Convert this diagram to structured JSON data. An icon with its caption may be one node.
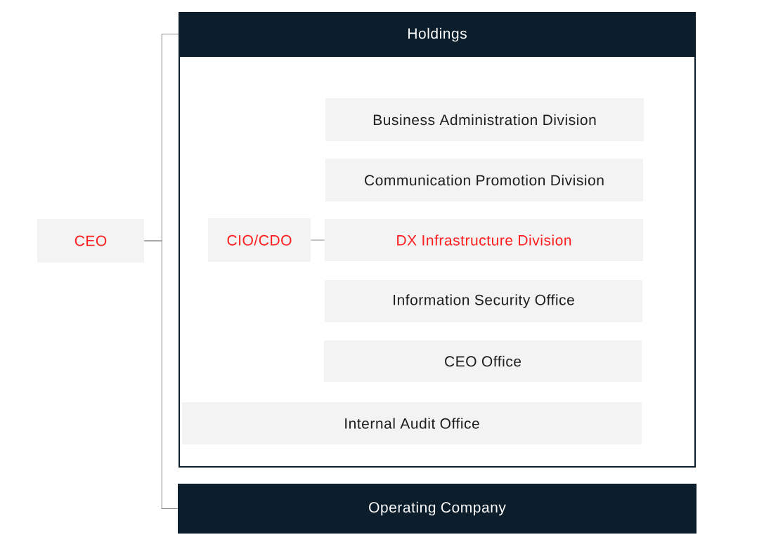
{
  "diagram": {
    "nodes": [
      {
        "text": [
          "CEO"
        ]
      },
      {
        "text": [
          "Holdings"
        ]
      },
      {
        "text": [
          "Business Administration Division"
        ],
        "in": 1
      },
      {
        "text": [
          "Communication Promotion Division"
        ],
        "in": 1
      },
      {
        "text": [
          "CIO/CDO"
        ],
        "in": 1
      },
      {
        "text": [
          "DX Infrastructure Division"
        ],
        "in": 1
      },
      {
        "text": [
          "Information Security Office"
        ],
        "in": 1
      },
      {
        "text": [
          "CEO Office"
        ],
        "in": 1
      },
      {
        "text": [
          "Internal Audit Office"
        ],
        "in": 1
      },
      {
        "text": [
          "Operating Company"
        ]
      }
    ],
    "edges": [
      {
        "from": 0,
        "to": 1,
        "arrow": "none"
      },
      {
        "from": 0,
        "to": 9,
        "arrow": "none"
      },
      {
        "from": 4,
        "to": 5,
        "arrow": "none"
      }
    ]
  }
}
